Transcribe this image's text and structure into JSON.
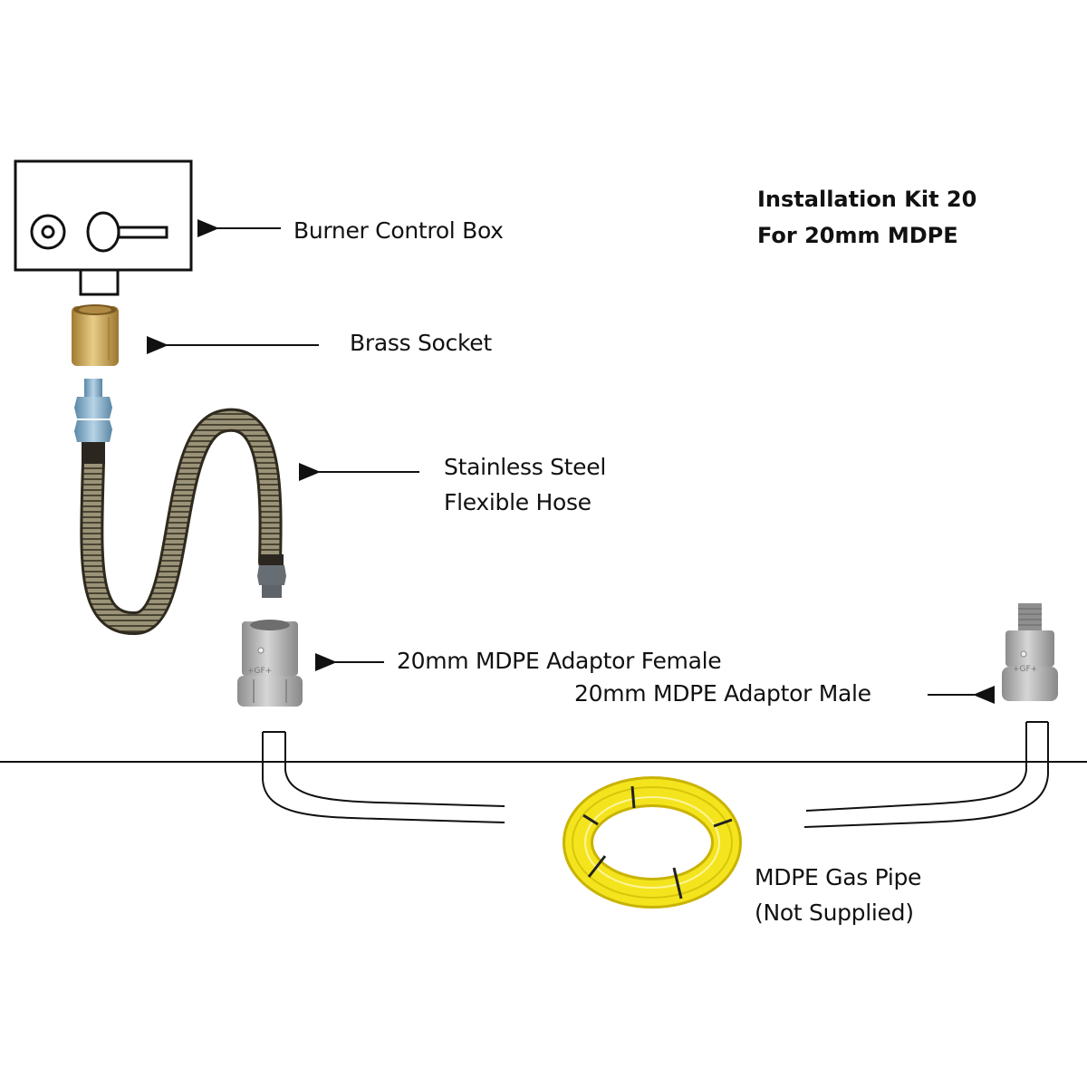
{
  "title": {
    "line1": "Installation Kit 20",
    "line2": "For 20mm MDPE"
  },
  "labels": {
    "burner_control_box": "Burner Control Box",
    "brass_socket": "Brass Socket",
    "hose_line1": "Stainless Steel",
    "hose_line2": "Flexible Hose",
    "adaptor_female": "20mm MDPE Adaptor Female",
    "adaptor_male": "20mm MDPE Adaptor Male",
    "pipe_line1": "MDPE Gas Pipe",
    "pipe_line2": "(Not Supplied)"
  },
  "adaptor_marking": "+GF+",
  "colors": {
    "brass": "#c9a55a",
    "steel": "#a8a8a8",
    "hose": "#8a8470",
    "fitting_blue": "#7ea7c4",
    "mdpe_yellow": "#f2e21c",
    "line": "#111111"
  }
}
